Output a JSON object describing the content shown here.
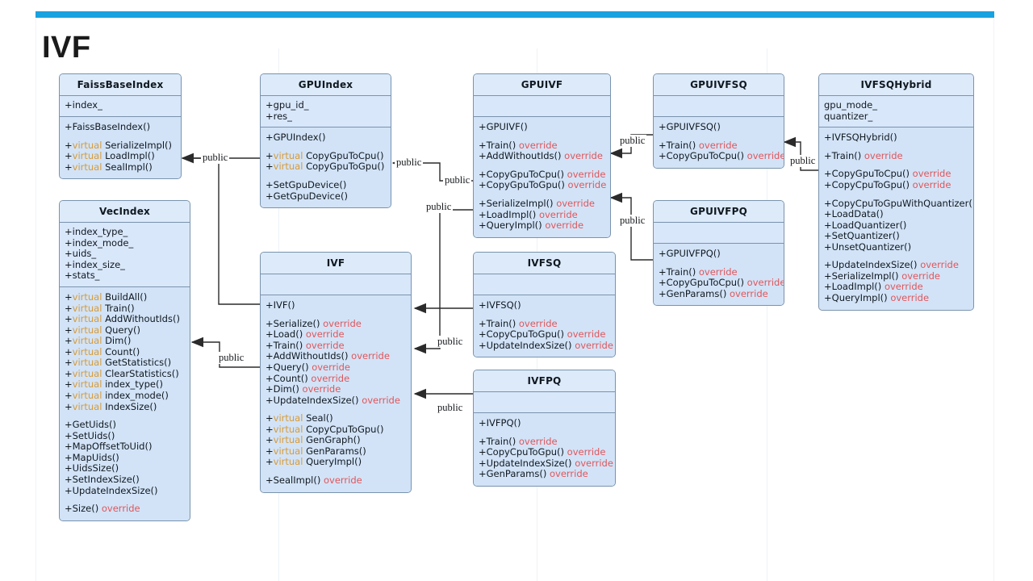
{
  "slide": {
    "title": "IVF",
    "accent_color": "#17a2e0",
    "box_fill": "#d2e3f7",
    "box_header_fill": "#dceafa",
    "box_border": "#7a93ad",
    "virtual_keyword_color": "#d79b39",
    "override_keyword_color": "#e0565b",
    "watermark": ""
  },
  "classes": {
    "faiss_base_index": {
      "name": "FaissBaseIndex",
      "attributes": [
        "+index_"
      ],
      "operation_groups": [
        [
          "+FaissBaseIndex()"
        ],
        [
          "+virtual SerializeImpl()",
          "+virtual LoadImpl()",
          "+virtual SealImpl()"
        ]
      ]
    },
    "vec_index": {
      "name": "VecIndex",
      "attributes": [
        "+index_type_",
        "+index_mode_",
        "+uids_",
        "+index_size_",
        "+stats_"
      ],
      "operation_groups": [
        [
          "+virtual BuildAll()",
          "+virtual Train()",
          "+virtual AddWithoutIds()",
          "+virtual Query()",
          "+virtual Dim()",
          "+virtual Count()",
          "+virtual GetStatistics()",
          "+virtual ClearStatistics()",
          "+virtual index_type()",
          "+virtual index_mode()",
          "+virtual IndexSize()"
        ],
        [
          "+GetUids()",
          "+SetUids()",
          "+MapOffsetToUid()",
          "+MapUids()",
          "+UidsSize()",
          "+SetIndexSize()",
          "+UpdateIndexSize()"
        ],
        [
          "+Size() override"
        ]
      ]
    },
    "gpu_index": {
      "name": "GPUIndex",
      "attributes": [
        "+gpu_id_",
        "+res_"
      ],
      "operation_groups": [
        [
          "+GPUIndex()"
        ],
        [
          "+virtual CopyGpuToCpu()",
          "+virtual CopyGpuToGpu()"
        ],
        [
          "+SetGpuDevice()",
          "+GetGpuDevice()"
        ]
      ]
    },
    "ivf": {
      "name": "IVF",
      "attributes": [],
      "operation_groups": [
        [
          "+IVF()"
        ],
        [
          "+Serialize() override",
          "+Load() override",
          "+Train() override",
          "+AddWithoutIds() override",
          "+Query() override",
          "+Count() override",
          "+Dim() override",
          "+UpdateIndexSize() override"
        ],
        [
          "+virtual Seal()",
          "+virtual CopyCpuToGpu()",
          "+virtual GenGraph()",
          "+virtual GenParams()",
          "+virtual QueryImpl()"
        ],
        [
          "+SealImpl() override"
        ]
      ]
    },
    "gpuivf": {
      "name": "GPUIVF",
      "attributes": [],
      "operation_groups": [
        [
          "+GPUIVF()"
        ],
        [
          "+Train() override",
          "+AddWithoutIds() override"
        ],
        [
          "+CopyGpuToCpu() override",
          "+CopyGpuToGpu() override"
        ],
        [
          "+SerializeImpl() override",
          "+LoadImpl() override",
          "+QueryImpl() override"
        ]
      ]
    },
    "ivfsq": {
      "name": "IVFSQ",
      "attributes": [],
      "operation_groups": [
        [
          "+IVFSQ()"
        ],
        [
          "+Train() override",
          "+CopyCpuToGpu() override",
          "+UpdateIndexSize() override"
        ]
      ]
    },
    "ivfpq": {
      "name": "IVFPQ",
      "attributes": [],
      "operation_groups": [
        [
          "+IVFPQ()"
        ],
        [
          "+Train() override",
          "+CopyCpuToGpu() override",
          "+UpdateIndexSize() override",
          "+GenParams() override"
        ]
      ]
    },
    "gpuivfsq": {
      "name": "GPUIVFSQ",
      "attributes": [],
      "operation_groups": [
        [
          "+GPUIVFSQ()"
        ],
        [
          "+Train() override",
          "+CopyGpuToCpu() override"
        ]
      ]
    },
    "gpuivfpq": {
      "name": "GPUIVFPQ",
      "attributes": [],
      "operation_groups": [
        [
          "+GPUIVFPQ()"
        ],
        [
          "+Train() override",
          "+CopyGpuToCpu() override",
          "+GenParams() override"
        ]
      ]
    },
    "ivfsq_hybrid": {
      "name": "IVFSQHybrid",
      "attributes": [
        "gpu_mode_",
        "quantizer_"
      ],
      "operation_groups": [
        [
          "+IVFSQHybrid()"
        ],
        [
          "+Train() override"
        ],
        [
          "+CopyGpuToCpu() override",
          "+CopyCpuToGpu() override"
        ],
        [
          "+CopyCpuToGpuWithQuantizer()",
          "+LoadData()",
          "+LoadQuantizer()",
          "+SetQuantizer()",
          "+UnsetQuantizer()"
        ],
        [
          "+UpdateIndexSize() override",
          "+SerializeImpl() override",
          "+LoadImpl() override",
          "+QueryImpl() override"
        ]
      ]
    }
  },
  "relations": [
    {
      "id": "r1",
      "label": "public",
      "from": "gpu_index",
      "to": "faiss_base_index"
    },
    {
      "id": "r2",
      "label": "public",
      "from": "gpuivf",
      "to": "gpu_index"
    },
    {
      "id": "r3",
      "label": "public",
      "from": "gpuivf",
      "to": "ivf"
    },
    {
      "id": "r4",
      "label": "public",
      "from": "ivf",
      "to": "faiss_base_index"
    },
    {
      "id": "r5",
      "label": "public",
      "from": "ivf",
      "to": "vec_index"
    },
    {
      "id": "r6",
      "label": "public",
      "from": "ivfsq",
      "to": "ivf"
    },
    {
      "id": "r7",
      "label": "public",
      "from": "ivfpq",
      "to": "ivf"
    },
    {
      "id": "r8",
      "label": "public",
      "from": "gpuivfsq",
      "to": "gpuivf"
    },
    {
      "id": "r9",
      "label": "public",
      "from": "gpuivfpq",
      "to": "gpuivf"
    },
    {
      "id": "r10",
      "label": "public",
      "from": "ivfsq_hybrid",
      "to": "gpuivfsq"
    }
  ]
}
